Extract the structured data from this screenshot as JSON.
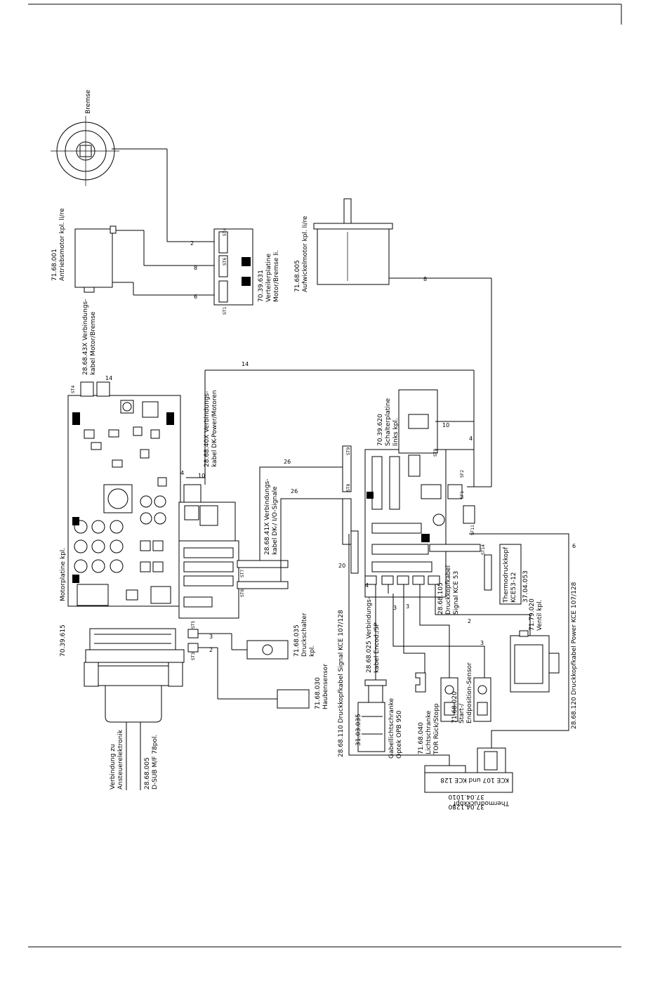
{
  "components": {
    "brake_label": "Bremse",
    "drive_motor": {
      "part": "71.68.001",
      "name": "Antriebsmotor kpl. li/re"
    },
    "winding_motor": {
      "part": "71.68.005",
      "name": "Aufwickelmotor kpl. li/re"
    },
    "distributor_board": {
      "part": "70.39.631",
      "line1": "Verteilerplatine",
      "line2": "Motor/Bremse li."
    },
    "cable_motor_brake": {
      "line1": "28.68.43X Verbindungs-",
      "line2": "kabel Motor/Bremse"
    },
    "cable_power": {
      "line1": "28.68.40X Verbindungs-",
      "line2": "kabel DK-Power/Motoren"
    },
    "cable_io": {
      "line1": "28.68.41X Verbindungs-",
      "line2": "kabel DK-/ I/O-Signale"
    },
    "switch_board": {
      "part": "70.39.620",
      "line1": "Schalterplatine",
      "line2": "links kpl."
    },
    "motor_board": {
      "part": "70.39.615",
      "name": "Motorplatine kpl."
    },
    "connection": {
      "line1": "Verbindung zu",
      "line2": "Ansteuerelektronik",
      "part": "28.68.005",
      "line3": "D-SUB M/F 78pol."
    },
    "pressure_switch": {
      "part": "71.68.035",
      "line1": "Druckschalter",
      "line2": "kpl."
    },
    "hood_sensor": {
      "part": "71.68.030",
      "name": "Haubensensor"
    },
    "signal_cable": "28.68.110 Druckkopfkabel Signal KCE 107/128",
    "encoder_cable": {
      "line1": "28.68.025 Verbindungs-",
      "line2": "kabel Encod./SP"
    },
    "fork_barrier": {
      "part": "31.03.035",
      "line1": "Gabellichtschranke",
      "line2": "Optek OPB 950"
    },
    "light_barrier": {
      "part": "71.68.040",
      "line1": "Lichtschranke",
      "line2": "TOR Rück/Stopp"
    },
    "start_sensor": {
      "line1": "Start-/",
      "line2": "Endposition-Sensor",
      "part": "71.68.020"
    },
    "head_signal_cable": {
      "part": "28.68.105",
      "line1": "Druckkopfkabel",
      "line2": "Signal KCE 53"
    },
    "thermo_head_small": {
      "line1": "Thermodruckkopf",
      "line2": "KCE53-12",
      "part": "37.04.053"
    },
    "valve": {
      "part": "71.79.020",
      "name": "Ventil kpl."
    },
    "power_cable": "28.68.120 Druckkopfkabel Power KCE 107/128",
    "thermo_head_big": {
      "line1": "Thermodruckkopf",
      "line2": "KCE 107 und KCE 128",
      "part1": "37.04.1010",
      "part2": "37.04.1280"
    }
  },
  "wire_counts": {
    "brake": "2",
    "drive_a": "8",
    "drive_b": "6",
    "winding": "8",
    "power_cable": "14",
    "sf1_4": "4",
    "sf1_10": "10",
    "io_top": "26",
    "io_bottom": "26",
    "sf2_10": "10",
    "sf2_4": "4",
    "right_6": "6",
    "signal_20": "20",
    "encoder_4": "4",
    "sensor_3a": "3",
    "sensor_3b": "3",
    "sensor_3c": "3",
    "valve_2": "2",
    "pressure_3": "3",
    "hood_2": "2"
  },
  "connectors": {
    "st1": "ST1",
    "st2": "ST2",
    "st3": "ST3",
    "st4": "ST4",
    "st5": "ST5",
    "st6": "ST6",
    "st7": "ST7",
    "st8": "ST8",
    "st9": "ST9",
    "st11": "ST11",
    "st14": "ST14",
    "sf1": "SF1",
    "sf2": "SF2",
    "sf11": "SF11"
  }
}
